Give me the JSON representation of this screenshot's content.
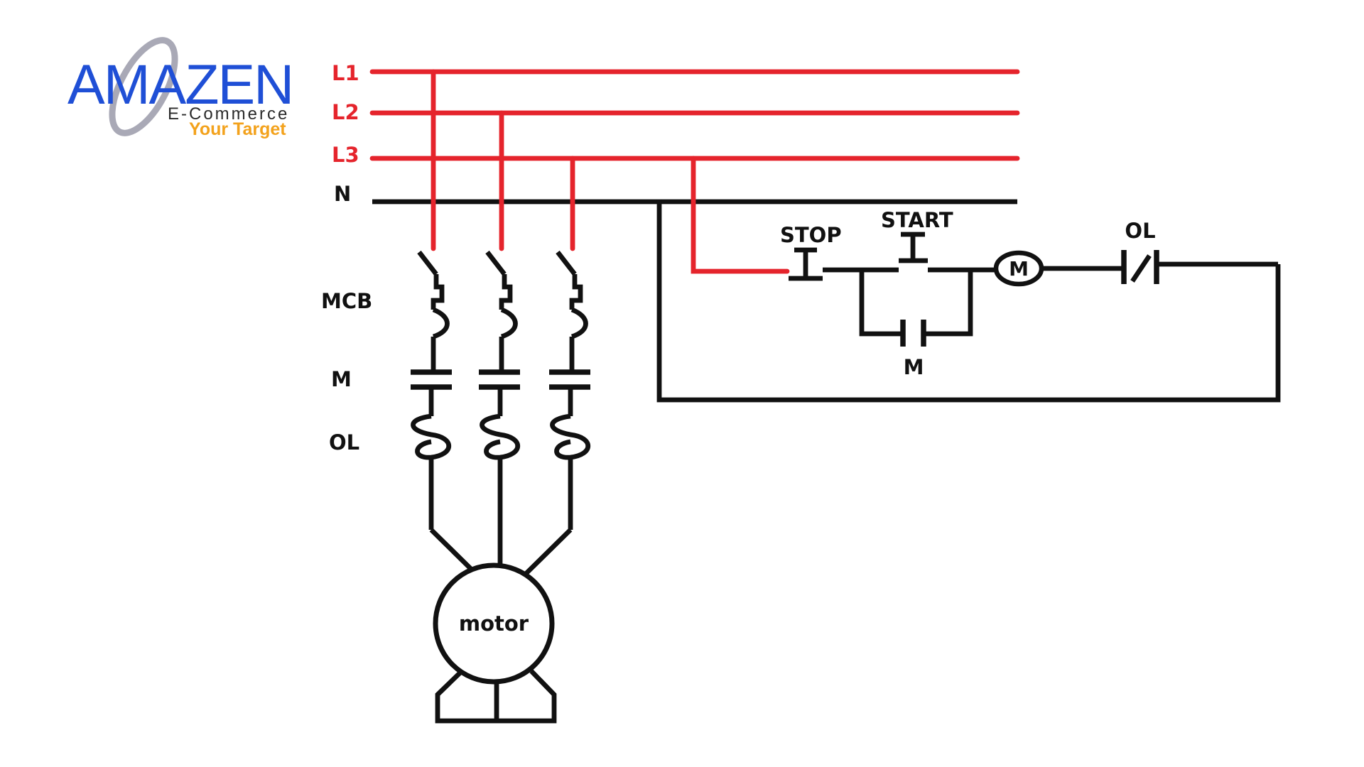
{
  "logo": {
    "name": "AMAZEN",
    "subtitle": "E-Commerce",
    "tagline": "Your Target"
  },
  "lines": {
    "l1": "L1",
    "l2": "L2",
    "l3": "L3",
    "n": "N"
  },
  "power_labels": {
    "mcb": "MCB",
    "m": "M",
    "ol": "OL"
  },
  "motor": {
    "label": "motor"
  },
  "control": {
    "stop": "STOP",
    "start": "START",
    "coil": "M",
    "ol": "OL",
    "aux_contact": "M"
  },
  "colors": {
    "phase_line": "#e5242c",
    "neutral_and_wiring": "#111111",
    "logo_blue": "#1f4fd6",
    "logo_orange": "#f3a21c"
  }
}
